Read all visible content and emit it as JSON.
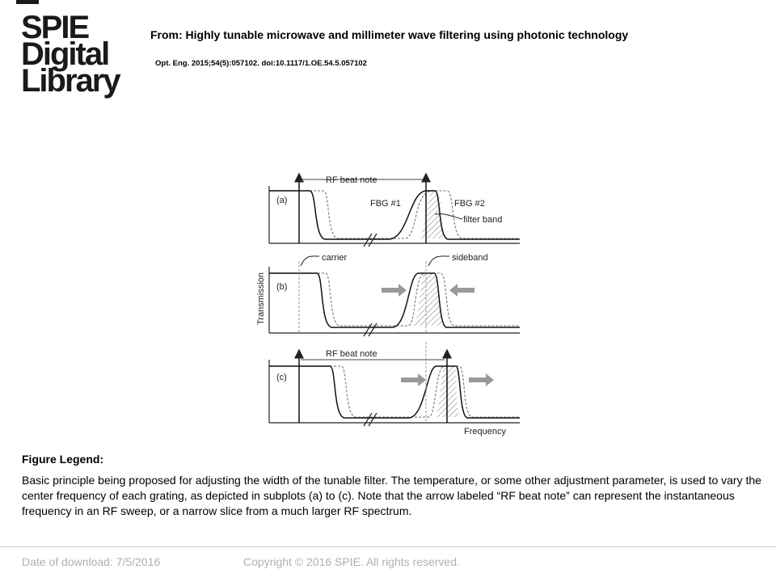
{
  "logo": {
    "line1": "SPIE",
    "line2": "Digital",
    "line3": "Library"
  },
  "header": {
    "title": "From: Highly tunable microwave and millimeter wave filtering using photonic technology",
    "citation": "Opt. Eng. 2015;54(5):057102. doi:10.1117/1.OE.54.5.057102"
  },
  "figure": {
    "panel_labels": [
      "(a)",
      "(b)",
      "(c)"
    ],
    "rf_beat_note": "RF beat note",
    "fbg1": "FBG #1",
    "fbg2": "FBG #2",
    "filter_band": "filter band",
    "carrier": "carrier",
    "sideband": "sideband",
    "ylabel": "Transmission",
    "xlabel": "Frequency"
  },
  "legend": {
    "heading": "Figure Legend:",
    "text": "Basic principle being proposed for adjusting the width of the tunable filter. The temperature, or some other adjustment parameter, is used to vary the center frequency of each grating, as depicted in subplots (a) to (c).  Note that the arrow labeled “RF beat note” can represent the instantaneous frequency in an RF sweep, or a narrow slice from a much larger RF spectrum."
  },
  "footer": {
    "date": "Date of download:  7/5/2016",
    "copyright": "Copyright © 2016 SPIE. All rights reserved."
  }
}
